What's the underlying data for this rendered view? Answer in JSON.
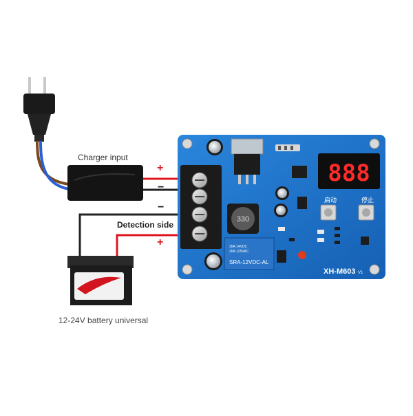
{
  "labels": {
    "charger_input": "Charger input",
    "detection_side": "Detection side",
    "battery": "12-24V battery universal"
  },
  "signs": {
    "plus": "+",
    "minus": "−"
  },
  "board": {
    "display_digits": "888",
    "start_label": "启动",
    "stop_label": "停止",
    "relay_rating_1": "30A 14VDC",
    "relay_rating_2": "30A 125VAC",
    "relay_model": "SRA-12VDC-AL",
    "inductor_code": "330",
    "model": "XH-M603",
    "version": "V1"
  },
  "colors": {
    "board": "#1d6fc4",
    "wire_red": "#e0141e",
    "wire_black": "#222222",
    "display_red": "#ff2a2a",
    "wire_brown": "#7a4a1c",
    "wire_blue": "#2a5fd6"
  }
}
